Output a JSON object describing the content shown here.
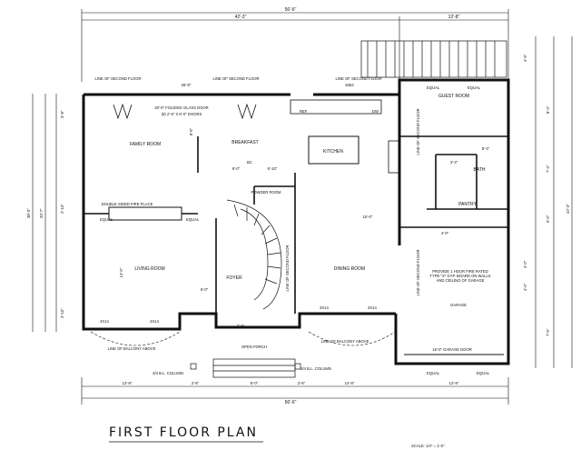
{
  "plan": {
    "title": "FIRST FLOOR PLAN",
    "scale": "SCALE: 1/4\" = 1'-0\""
  },
  "dimensions": {
    "top_overall": "56'-6\"",
    "top_left": "42'-3\"",
    "top_right": "13'-8\"",
    "top_seg_1": "28'-8\"",
    "top_seg_2": "8464",
    "right_1": "4'-6\"",
    "right_2": "8'-4\"",
    "right_3": "7'-4\"",
    "right_4": "5'-0\"",
    "right_5": "4'-0\"",
    "right_6": "4'-0\"",
    "right_7": "7'-6\"",
    "right_total": "42'-3\"",
    "left_total": "33'-7\"",
    "left_outer": "38'-3\"",
    "left_1": "3'-8\"",
    "left_2": "2'-10\"",
    "left_3": "2'-10\"",
    "bottom_overall": "56'-6\"",
    "bottom_1": "13'-8\"",
    "bottom_2": "2'-6\"",
    "bottom_3": "8'-0\"",
    "bottom_4": "2'-6\"",
    "bottom_5": "14'-8\"",
    "bottom_6": "13'-8\"",
    "misc_1": "8'-0\"",
    "misc_2": "6'-10\"",
    "misc_3": "8'-4\"",
    "misc_4": "3'-4\"",
    "misc_5": "4'-0\"",
    "misc_6": "5'-0\"",
    "misc_7": "2'-6\"",
    "misc_8": "14'-0\"",
    "misc_9": "15'-0\"",
    "misc_10": "8'-6\""
  },
  "rooms": {
    "family": "FAMILY ROOM",
    "breakfast": "BREAKFAST",
    "kitchen": "KITCHEN",
    "guest": "GUEST ROOM",
    "bath": "BATH",
    "pantry": "PANTRY",
    "powder": "POWDER ROOM",
    "living": "LIVING ROOM",
    "dining": "DINING ROOM",
    "foyer": "FOYER",
    "garage_note": "PROVIDE 1 HOUR FIRE RATED TYPE \"X\" GYP. BOARD ON WALLS AND CEILING OF GARAGE",
    "garage": "GARAGE",
    "porch": "OPEN PORCH"
  },
  "notes": {
    "second_floor_1": "LINE OF SECOND FLOOR",
    "second_floor_2": "LINE OF SECOND FLOOR",
    "second_floor_3": "LINE OF SECOND FLOOR",
    "second_floor_v1": "LINE OF SECOND FLOOR",
    "second_floor_v2": "LINE OF SECOND FLOOR",
    "second_floor_v3": "LINE OF SECOND FLOOR",
    "glass_door": "20'-0\" FOLDING GLASS DOOR",
    "glass_door_2": "(8) 2'-6\" X 8'-0\" DOORS",
    "fireplace": "DOUBLE SIDED FIRE PLACE",
    "balcony_left": "LINE OF BALCONY ABOVE",
    "balcony_right": "LINE OF BALCONY ABOVE",
    "garage_door": "16'-0\" GARAGE DOOR",
    "column_left": "3/4 B.L. COLUMN",
    "column_right": "3/4 B.L. COLUMN",
    "equal": "EQUAL",
    "bc": "BC",
    "refr": "REF",
    "dw": "DW",
    "beam": "4X14",
    "header": "3X14"
  }
}
